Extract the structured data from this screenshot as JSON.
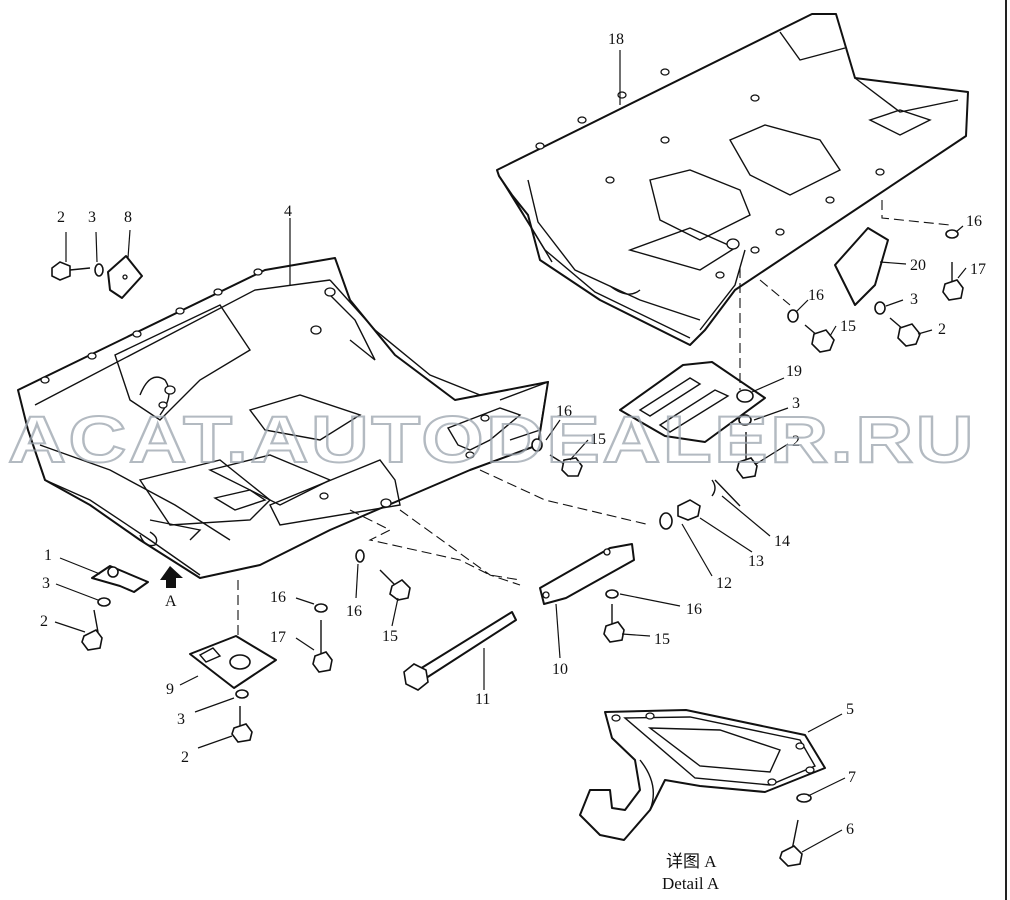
{
  "labels": {
    "l1": "1",
    "l2a": "2",
    "l2b": "2",
    "l2c": "2",
    "l2d": "2",
    "l2e": "2",
    "l3a": "3",
    "l3b": "3",
    "l3c": "3",
    "l3d": "3",
    "l3e": "3",
    "l4": "4",
    "l5": "5",
    "l6": "6",
    "l7": "7",
    "l8": "8",
    "l9": "9",
    "l10": "10",
    "l11": "11",
    "l12": "12",
    "l13": "13",
    "l14": "14",
    "l15a": "15",
    "l15b": "15",
    "l15c": "15",
    "l15d": "15",
    "l16a": "16",
    "l16b": "16",
    "l16c": "16",
    "l16d": "16",
    "l16e": "16",
    "l16f": "16",
    "l17a": "17",
    "l17b": "17",
    "l18": "18",
    "l19": "19",
    "l20": "20",
    "arrowA": "A"
  },
  "detail_caption": {
    "cn": "详图 A",
    "en": "Detail A"
  },
  "watermark": "ACAT.AUTODEALER.RU"
}
